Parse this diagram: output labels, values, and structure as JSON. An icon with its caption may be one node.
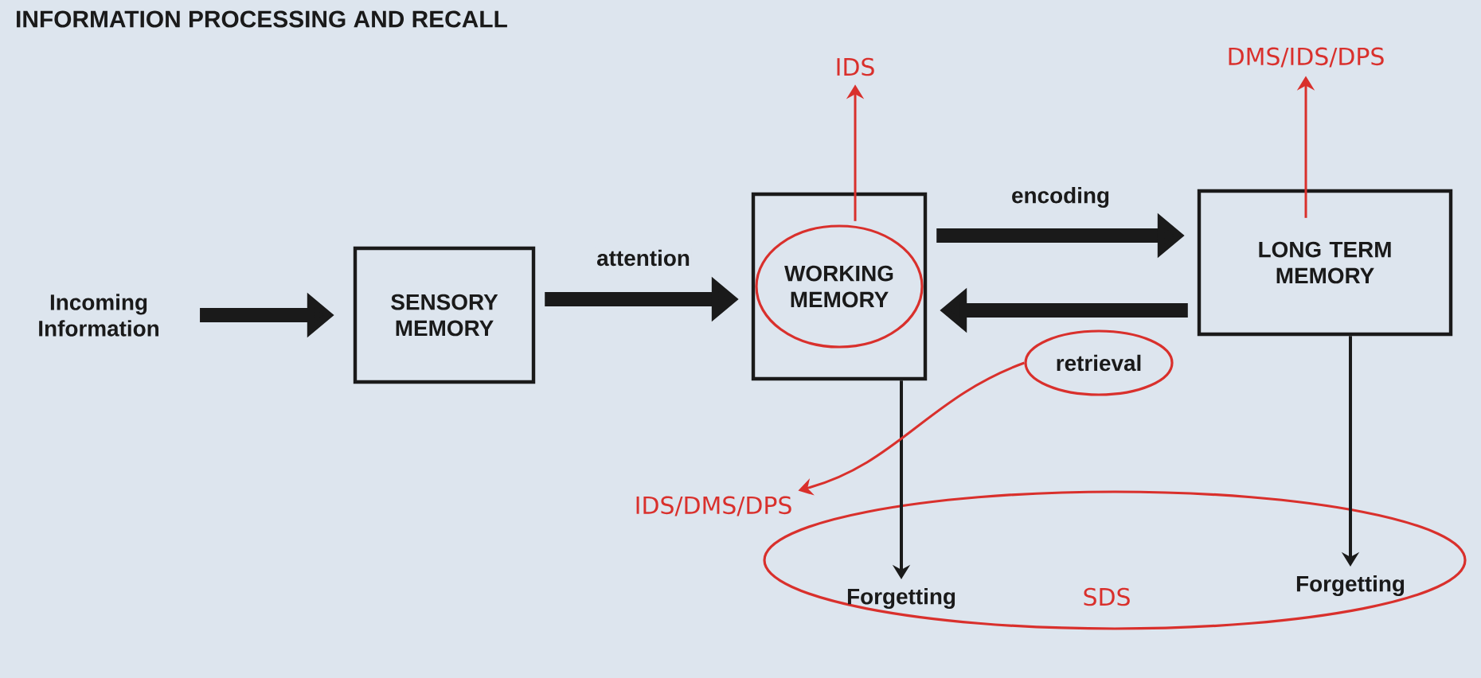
{
  "diagram": {
    "title": "INFORMATION PROCESSING AND RECALL",
    "nodes": [
      {
        "text": [
          "Incoming Information"
        ]
      },
      {
        "text": [
          "SENSORY MEMORY"
        ]
      },
      {
        "text": [
          "WORKING MEMORY"
        ]
      },
      {
        "text": [
          "LONG TERM MEMORY"
        ]
      },
      {
        "text": [
          "IDS"
        ]
      },
      {
        "text": [
          "DMS/IDS/DPS"
        ]
      },
      {
        "text": [
          "retrieval"
        ]
      },
      {
        "text": [
          "IDS/DMS/DPS"
        ]
      },
      {
        "text": [
          "SDS"
        ]
      },
      {
        "text": [
          "Forgetting"
        ],
        "in": 8
      },
      {
        "text": [
          "Forgetting"
        ],
        "in": 8
      }
    ],
    "edges": [
      {
        "from": 0,
        "to": 1,
        "arrow": "to",
        "style": "thick"
      },
      {
        "from": 1,
        "to": 2,
        "arrow": "to",
        "style": "thick",
        "label": "attention"
      },
      {
        "from": 2,
        "to": 3,
        "arrow": "to",
        "style": "thick",
        "label": "encoding"
      },
      {
        "from": 3,
        "to": 2,
        "arrow": "to",
        "style": "thick"
      },
      {
        "from": 2,
        "to": 4,
        "arrow": "to",
        "color": "#d9302c"
      },
      {
        "from": 3,
        "to": 5,
        "arrow": "to",
        "color": "#d9302c"
      },
      {
        "from": 2,
        "to": 9,
        "arrow": "to"
      },
      {
        "from": 3,
        "to": 10,
        "arrow": "to"
      },
      {
        "from": 6,
        "to": 7,
        "arrow": "to",
        "color": "#d9302c"
      }
    ]
  }
}
